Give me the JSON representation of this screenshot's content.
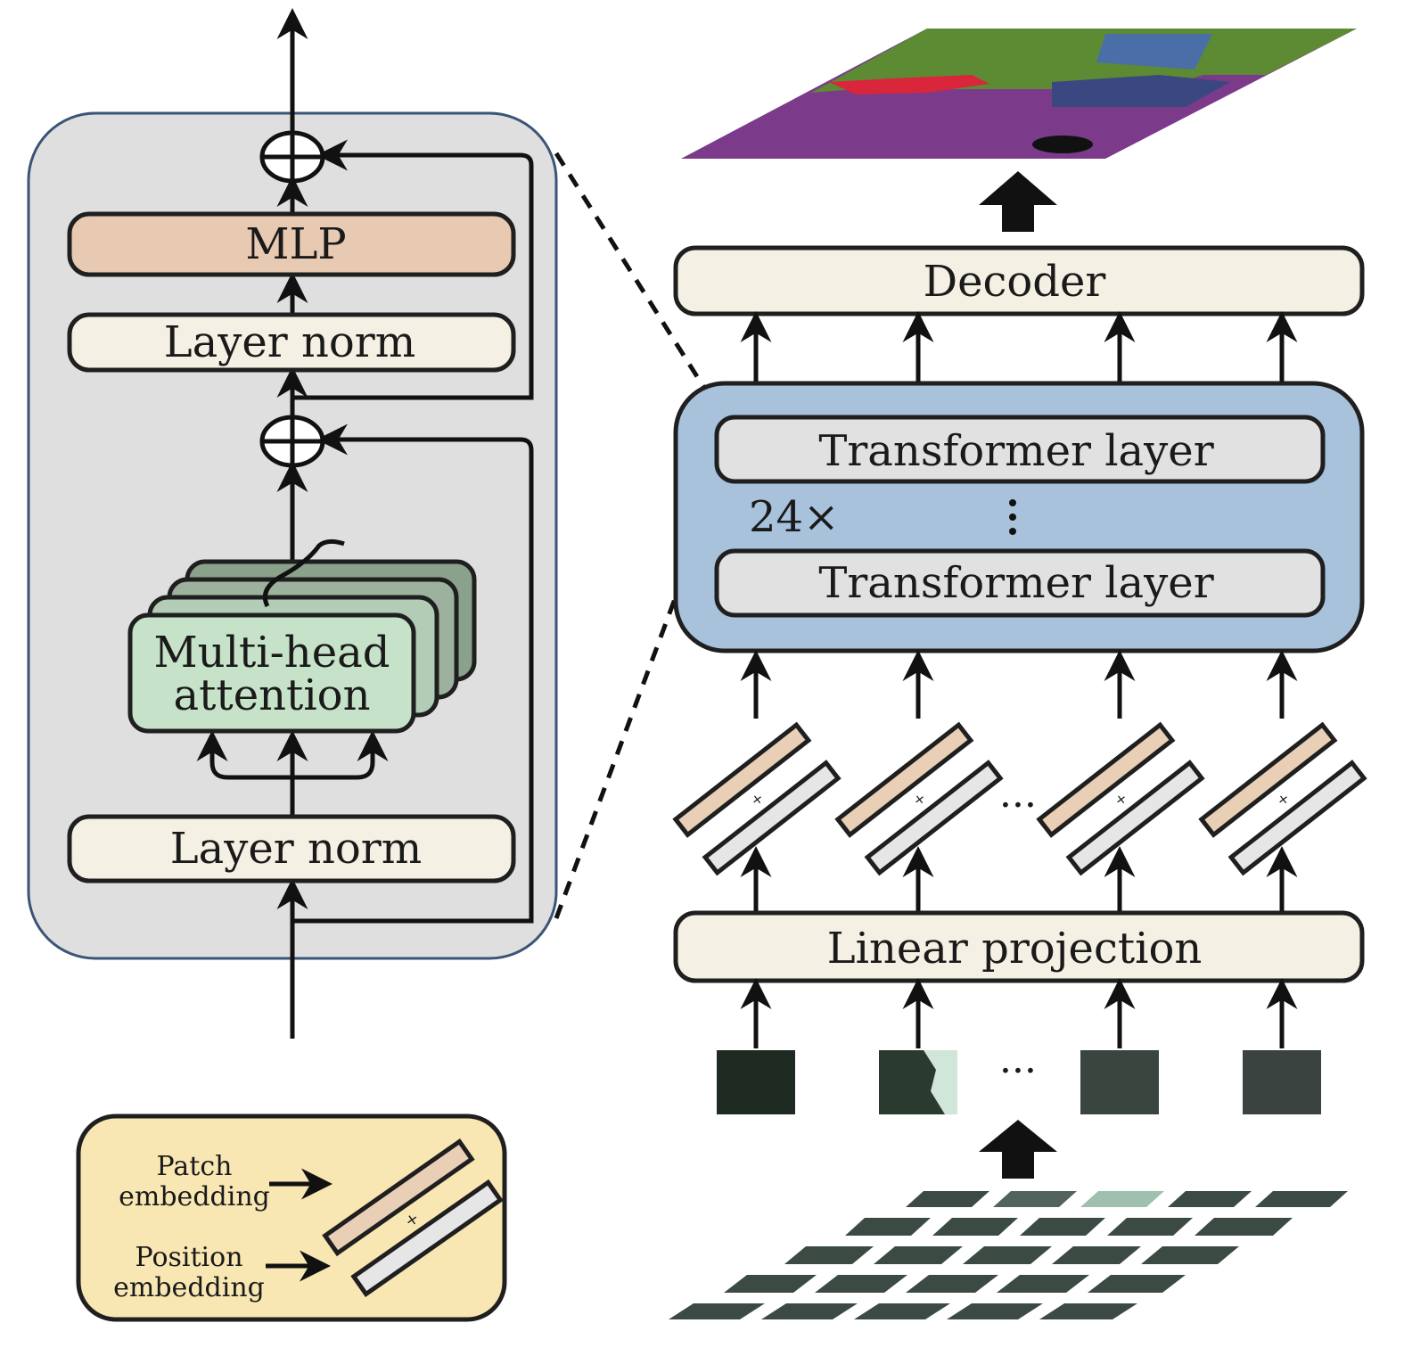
{
  "encoder_block": {
    "mlp_label": "MLP",
    "layer_norm_top_label": "Layer norm",
    "attention_label_line1": "Multi-head",
    "attention_label_line2": "attention",
    "layer_norm_bottom_label": "Layer norm"
  },
  "pipeline": {
    "decoder_label": "Decoder",
    "transformer_layer_top_label": "Transformer layer",
    "transformer_layer_bottom_label": "Transformer layer",
    "repeat_label": "24×",
    "vertical_ellipsis": "⋮",
    "linear_projection_label": "Linear projection",
    "tokens_ellipsis": "···",
    "patches_ellipsis": "···"
  },
  "legend": {
    "patch_embedding_line1": "Patch",
    "patch_embedding_line2": "embedding",
    "position_embedding_line1": "Position",
    "position_embedding_line2": "embedding"
  },
  "colors": {
    "encoder_bg": "#e0dfdf",
    "encoder_border": "#3a5577",
    "mlp": "#e8c9b1",
    "layer_norm": "#f4f0e3",
    "attention": "#c6e2c8",
    "attention_stack": "#9db29e",
    "transformer_block": "#a8c2dc",
    "transformer_layer": "#e2e1e1",
    "decoder": "#f4f0e3",
    "legend_bg": "#f8e6b3",
    "patch_embedding": "#e8cfb6",
    "position_embedding": "#e6e6e6",
    "segmentation_purple": "#7b3a8a",
    "segmentation_green": "#5c8b33",
    "segmentation_blue": "#4a6ea8",
    "segmentation_red": "#d9263b"
  }
}
